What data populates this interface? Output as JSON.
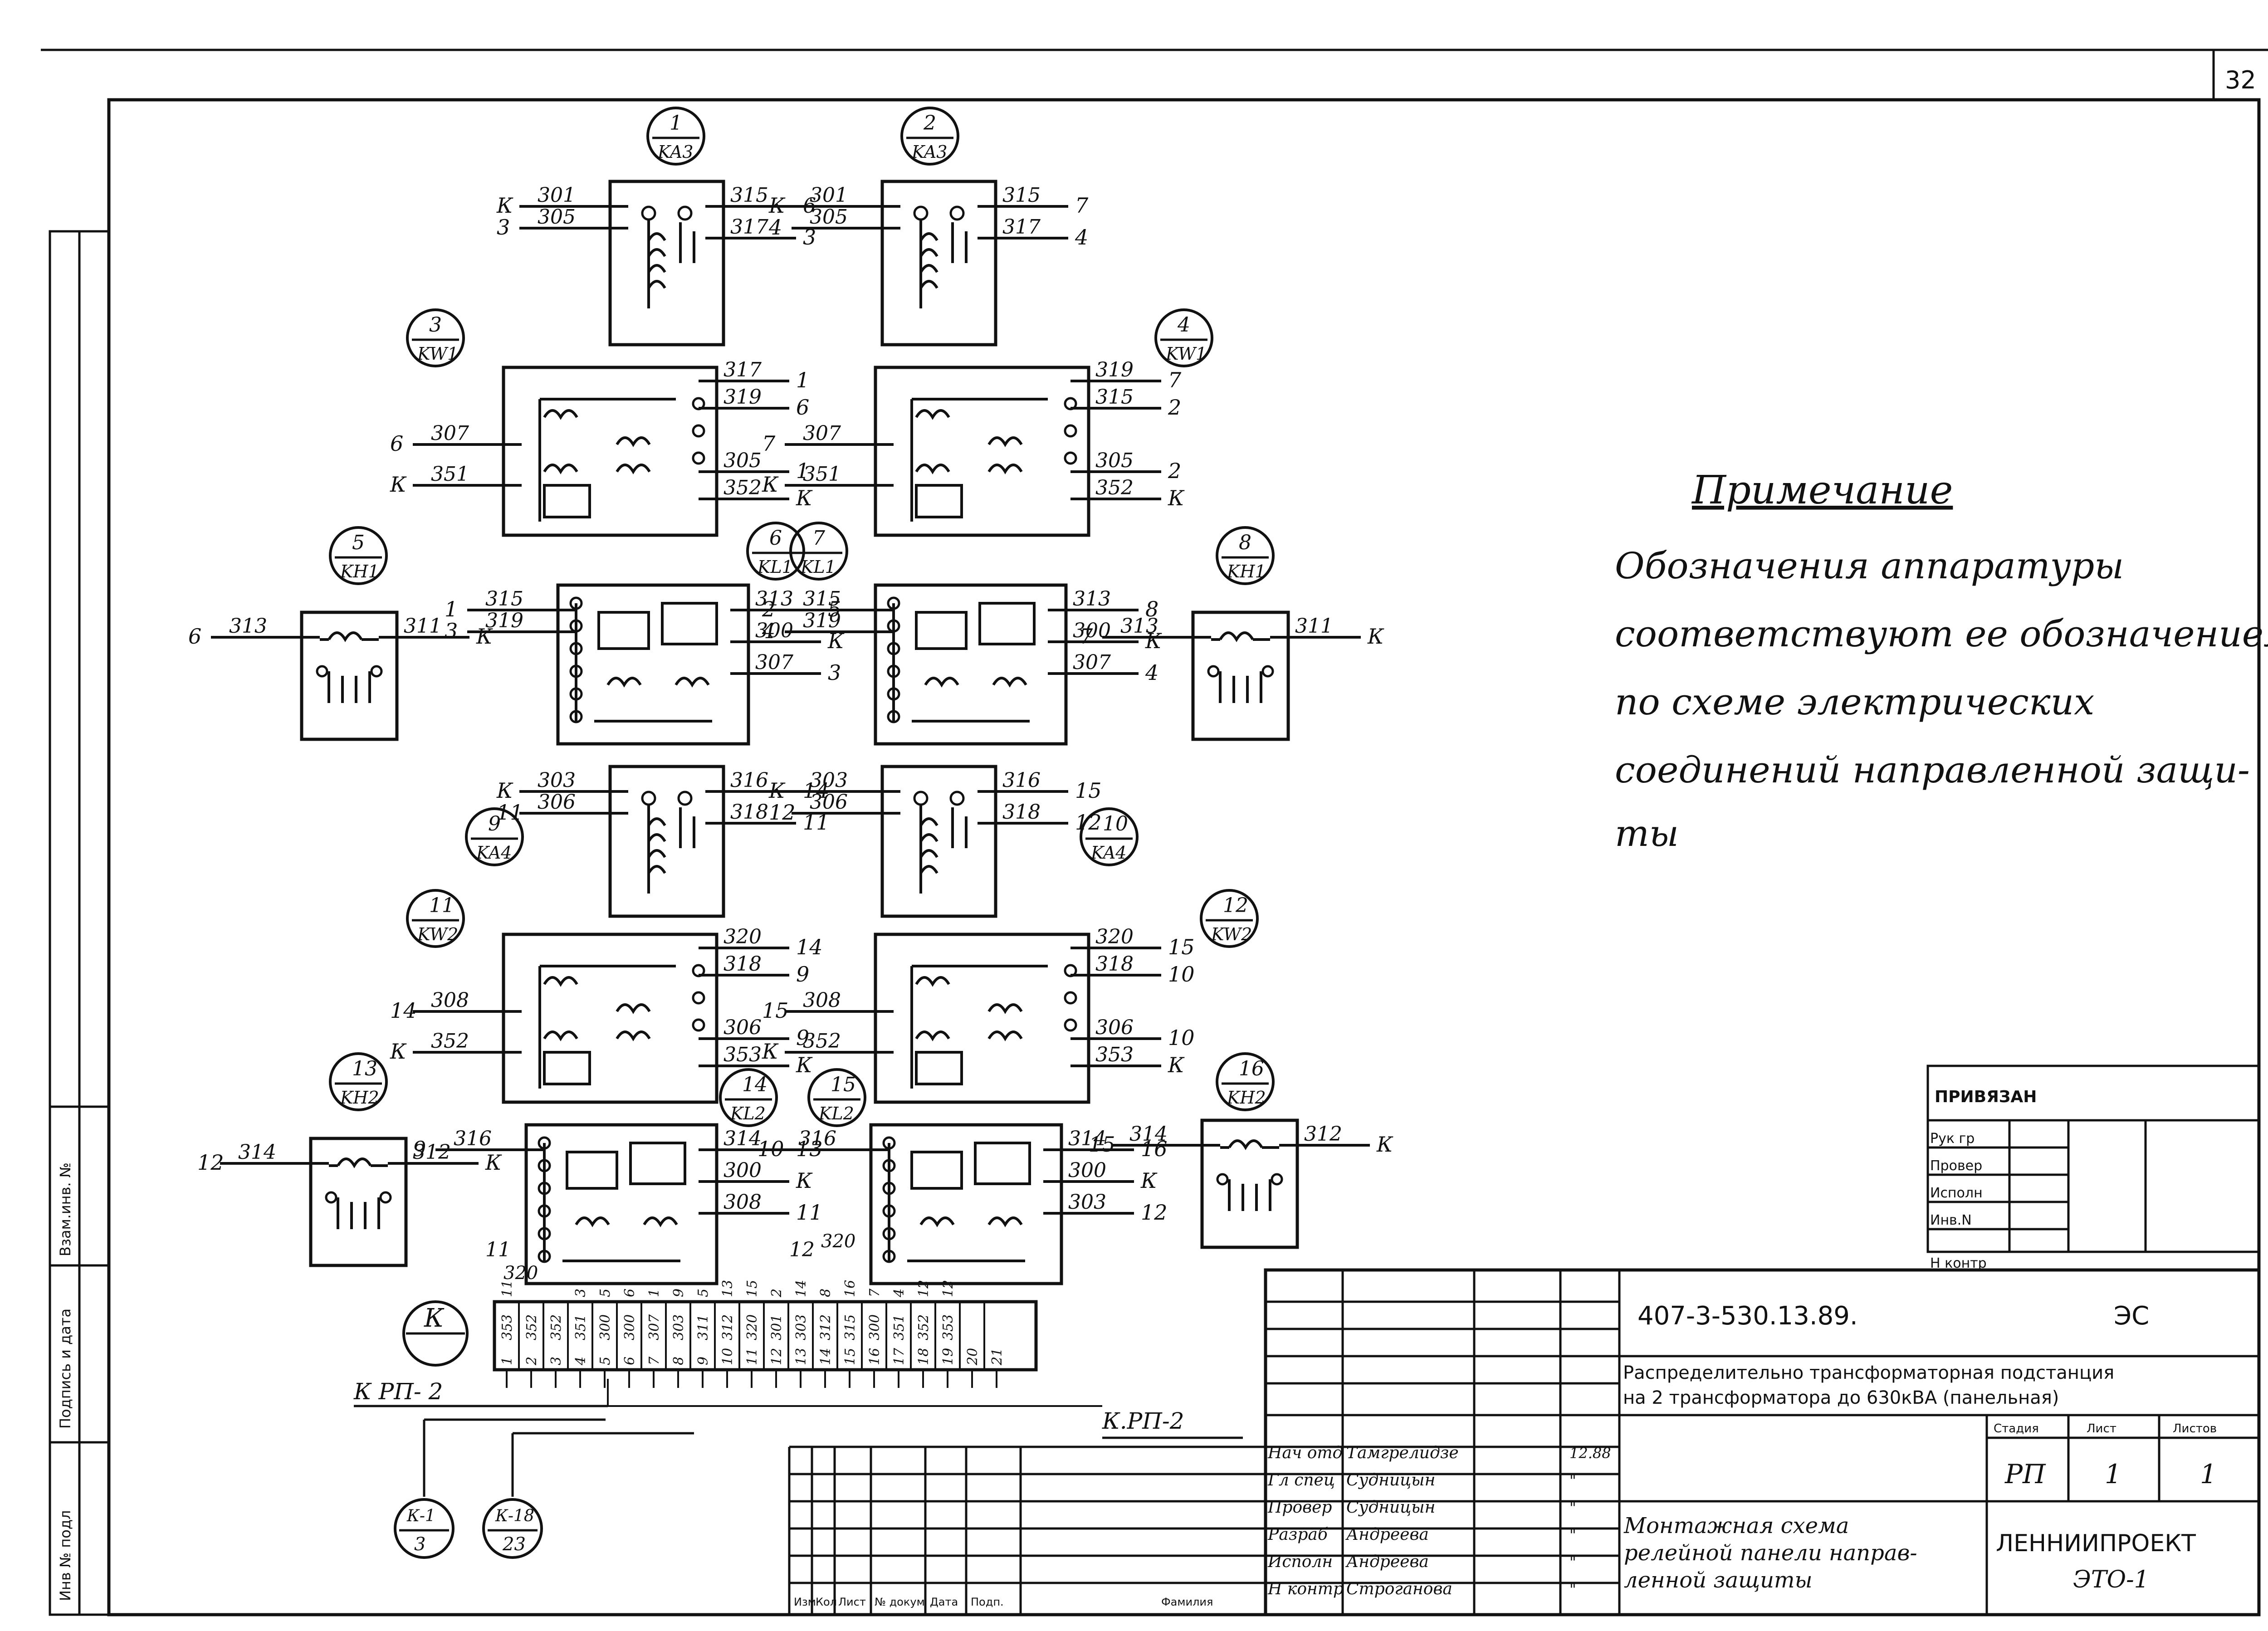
{
  "page_number": "32",
  "note": {
    "title": "Примечание",
    "lines": [
      "Обозначения аппаратуры",
      "соответствуют ее обозначением",
      "по схеме электрических",
      "соединений направленной защи-",
      "ты"
    ]
  },
  "devices": [
    {
      "num": "1",
      "code": "KA3",
      "left": [
        "301",
        "305"
      ],
      "left_ext": [
        "К",
        "3"
      ],
      "right": [
        "315",
        "317"
      ],
      "right_ext": [
        "6",
        "3"
      ]
    },
    {
      "num": "2",
      "code": "KA3",
      "left": [
        "301",
        "305"
      ],
      "left_ext": [
        "К",
        "4"
      ],
      "right": [
        "315",
        "317"
      ],
      "right_ext": [
        "7",
        "4"
      ]
    },
    {
      "num": "3",
      "code": "KW1",
      "left": [
        "307",
        "351"
      ],
      "left_ext": [
        "6",
        "К"
      ],
      "right": [
        "317",
        "319",
        "305",
        "352"
      ],
      "right_ext": [
        "1",
        "6",
        "1",
        "К"
      ]
    },
    {
      "num": "4",
      "code": "KW1",
      "left": [
        "307",
        "351"
      ],
      "left_ext": [
        "7",
        "К"
      ],
      "right": [
        "319",
        "315",
        "305",
        "352"
      ],
      "right_ext": [
        "7",
        "2",
        "2",
        "К"
      ]
    },
    {
      "num": "5",
      "code": "KH1",
      "left": [
        "313"
      ],
      "left_ext": [
        "6"
      ],
      "right": [
        "311"
      ],
      "right_ext": [
        "К"
      ]
    },
    {
      "num": "6",
      "code": "KL1",
      "left": [
        "315",
        "319"
      ],
      "left_ext": [
        "1",
        "3"
      ],
      "right": [
        "313",
        "300",
        "307"
      ],
      "right_ext": [
        "5",
        "К",
        "3"
      ]
    },
    {
      "num": "7",
      "code": "KL1",
      "left": [
        "315",
        "319"
      ],
      "left_ext": [
        "2",
        "4"
      ],
      "right": [
        "313",
        "300",
        "307"
      ],
      "right_ext": [
        "8",
        "К",
        "4"
      ]
    },
    {
      "num": "8",
      "code": "KH1",
      "left": [
        "313"
      ],
      "left_ext": [
        "7"
      ],
      "right": [
        "311"
      ],
      "right_ext": [
        "К"
      ]
    },
    {
      "num": "9",
      "code": "KA4",
      "left": [
        "303",
        "306"
      ],
      "left_ext": [
        "К",
        "11"
      ],
      "right": [
        "316",
        "318"
      ],
      "right_ext": [
        "14",
        "11"
      ]
    },
    {
      "num": "10",
      "code": "KA4",
      "left": [
        "303",
        "306"
      ],
      "left_ext": [
        "К",
        "12"
      ],
      "right": [
        "316",
        "318"
      ],
      "right_ext": [
        "15",
        "12"
      ]
    },
    {
      "num": "11",
      "code": "KW2",
      "left": [
        "308",
        "352"
      ],
      "left_ext": [
        "14",
        "К"
      ],
      "right": [
        "320",
        "318",
        "306",
        "353"
      ],
      "right_ext": [
        "14",
        "9",
        "9",
        "К"
      ]
    },
    {
      "num": "12",
      "code": "KW2",
      "left": [
        "308",
        "352"
      ],
      "left_ext": [
        "15",
        "К"
      ],
      "right": [
        "320",
        "318",
        "306",
        "353"
      ],
      "right_ext": [
        "15",
        "10",
        "10",
        "К"
      ]
    },
    {
      "num": "13",
      "code": "KH2",
      "left": [
        "314"
      ],
      "left_ext": [
        "12"
      ],
      "right": [
        "312"
      ],
      "right_ext": [
        "К"
      ]
    },
    {
      "num": "14",
      "code": "KL2",
      "left": [
        "316"
      ],
      "left_ext": [
        "9"
      ],
      "right": [
        "314",
        "300",
        "308"
      ],
      "right_ext": [
        "13",
        "К",
        "11"
      ]
    },
    {
      "num": "15",
      "code": "KL2",
      "left": [
        "316"
      ],
      "left_ext": [
        "10"
      ],
      "right": [
        "314",
        "300",
        "303"
      ],
      "right_ext": [
        "16",
        "К",
        "12"
      ]
    },
    {
      "num": "16",
      "code": "KH2",
      "left": [
        "314"
      ],
      "left_ext": [
        "15"
      ],
      "right": [
        "312"
      ],
      "right_ext": [
        "К"
      ]
    }
  ],
  "terminal_block": {
    "marker": "К",
    "upper_labels": [
      "353",
      "352",
      "352",
      "351",
      "300",
      "300",
      "307",
      "303",
      "311",
      "312",
      "320",
      "301",
      "303",
      "312",
      "315",
      "300",
      "351",
      "352",
      "353"
    ],
    "upper_ext": [
      "11",
      "",
      "",
      "3",
      "5",
      "6",
      "1",
      "9",
      "5",
      "13",
      "15",
      "2",
      "14",
      "8",
      "16",
      "7",
      "4",
      "12",
      "12"
    ],
    "numbers": [
      "1",
      "2",
      "3",
      "4",
      "5",
      "6",
      "7",
      "8",
      "9",
      "10",
      "11",
      "12",
      "13",
      "14",
      "15",
      "16",
      "17",
      "18",
      "19",
      "20",
      "21"
    ],
    "side_labels": [
      "11",
      "320",
      "12",
      "320"
    ],
    "left_label": "К РП- 2",
    "right_label": "К.РП-2",
    "refs": [
      {
        "top": "К-1",
        "bottom": "3"
      },
      {
        "top": "К-18",
        "bottom": "23"
      }
    ]
  },
  "tied_block": {
    "title": "ПРИВЯЗАН",
    "rows": [
      "Рук гр",
      "Провер",
      "Исполн",
      "Инв.N",
      "Н контр"
    ]
  },
  "title_block": {
    "doc_code": "407-3-530.13.89.",
    "doc_mark": "ЭС",
    "project_line1": "Распределительно трансформаторная подстанция",
    "project_line2": "на 2 трансформатора до 630кВА (панельная)",
    "stage_hdr": "Стадия",
    "sheet_hdr": "Лист",
    "sheets_hdr": "Листов",
    "stage": "РП",
    "sheet": "1",
    "sheets": "1",
    "sheet_title": [
      "Монтажная схема",
      "релейной панели направ-",
      "ленной защиты"
    ],
    "org": "ЛЕННИИПРОЕКТ",
    "org_dept": "ЭТО-1",
    "roles": [
      "Нач отд",
      "Гл спец",
      "Провер",
      "Разраб",
      "Исполн",
      "Н контр"
    ],
    "names": [
      "Тамгрелидзе",
      "Судницын",
      "Судницын",
      "Андреева",
      "Андреева",
      "Строганова"
    ],
    "dates": [
      "12.88",
      "\"",
      "\"",
      "\"",
      "\"",
      "\""
    ],
    "revision_headers": [
      "Изм",
      "Кол",
      "Лист",
      "№ докум",
      "Дата",
      "Подп.",
      "Фамилия"
    ]
  },
  "side_stamp": {
    "labels": [
      "Взам.инв. №",
      "Подпись и дата",
      "Инв № подл"
    ]
  }
}
